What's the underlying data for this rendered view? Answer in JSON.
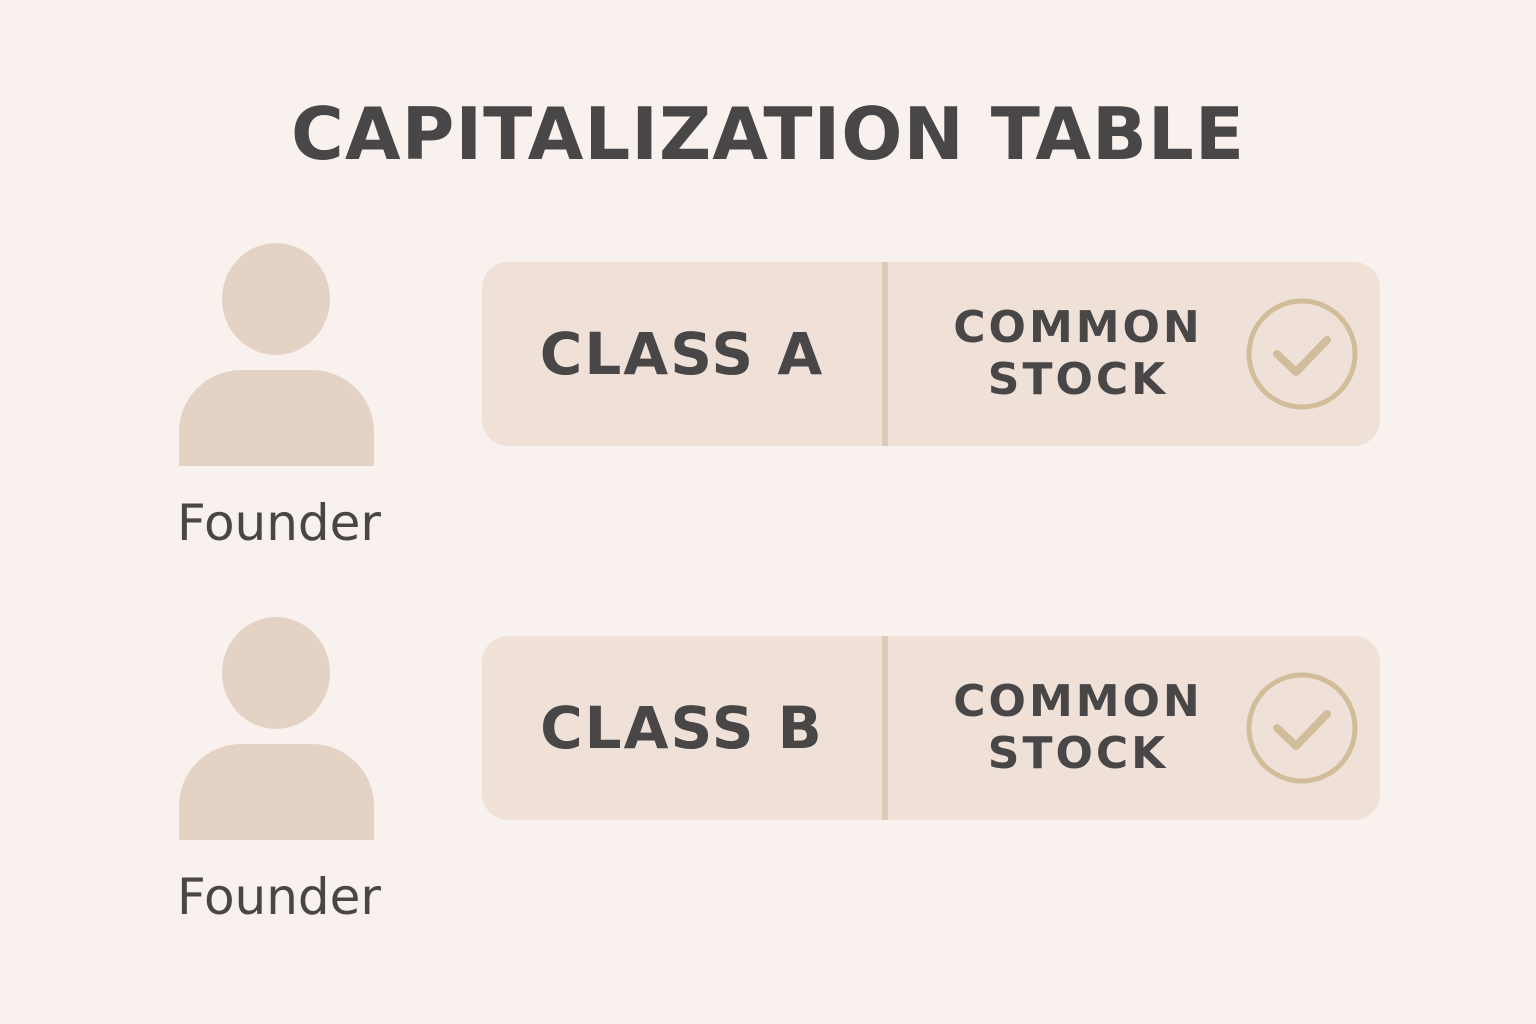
{
  "title": "CAPITALIZATION TABLE",
  "rows": [
    {
      "person_label": "Founder",
      "person_icon": "person-icon",
      "class_label": "CLASS A",
      "stock_type_line1": "COMMON",
      "stock_type_line2": "STOCK",
      "status_icon": "check-circle-icon"
    },
    {
      "person_label": "Founder",
      "person_icon": "person-icon",
      "class_label": "CLASS B",
      "stock_type_line1": "COMMON",
      "stock_type_line2": "STOCK",
      "status_icon": "check-circle-icon"
    }
  ],
  "colors": {
    "background": "#f9f1ee",
    "card": "#efe1d8",
    "person": "#e4d3c5",
    "text": "#484646",
    "check": "#d2bd9a"
  }
}
